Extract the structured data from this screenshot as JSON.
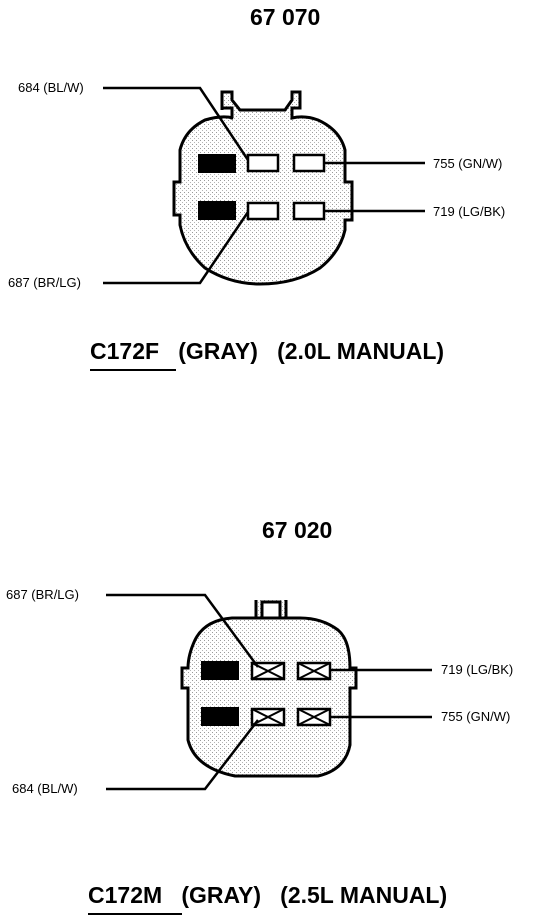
{
  "connector_top": {
    "part_number": "67 070",
    "code": "C172F",
    "color": "(GRAY)",
    "application": "(2.0L MANUAL)",
    "pins": {
      "top_left": "684 (BL/W)",
      "bottom_left": "687 (BR/LG)",
      "top_right": "755 (GN/W)",
      "bottom_right": "719 (LG/BK)"
    }
  },
  "connector_bottom": {
    "part_number": "67 020",
    "code": "C172M",
    "color": "(GRAY)",
    "application": "(2.5L MANUAL)",
    "pins": {
      "top_left": "687 (BR/LG)",
      "bottom_left": "684 (BL/W)",
      "top_right": "719 (LG/BK)",
      "bottom_right": "755 (GN/W)"
    }
  }
}
